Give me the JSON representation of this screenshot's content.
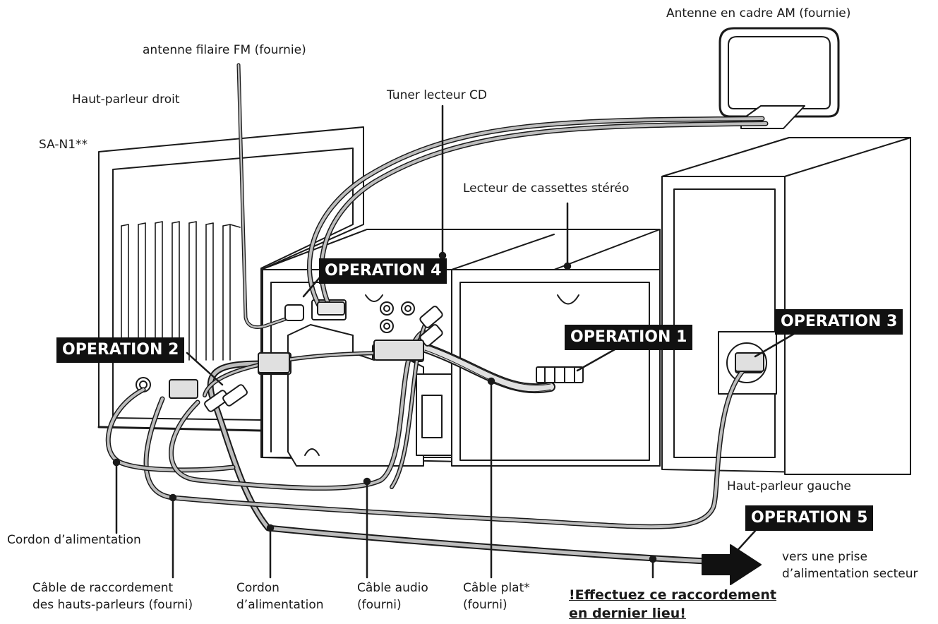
{
  "labels": {
    "am_antenna": "Antenne en cadre AM (fournie)",
    "fm_antenna": "antenne filaire FM (fournie)",
    "right_speaker": "Haut-parleur droit",
    "speaker_model": "SA-N1**",
    "tuner": "Tuner lecteur CD",
    "cassette": "Lecteur de cassettes stéréo",
    "left_speaker": "Haut-parleur gauche",
    "power_cord_left": "Cordon d’alimentation",
    "speaker_cable_line1": "Câble de raccordement",
    "speaker_cable_line2": "des hauts-parleurs (fourni)",
    "power_cord_line1": "Cordon",
    "power_cord_line2": "d’alimentation",
    "audio_cable_line1": "Câble audio",
    "audio_cable_line2": "(fourni)",
    "flat_cable_line1": "Câble plat*",
    "flat_cable_line2": "(fourni)",
    "outlet_line1": "vers une prise",
    "outlet_line2": "d’alimentation secteur"
  },
  "operations": {
    "op1": "OPERATION 1",
    "op2": "OPERATION 2",
    "op3": "OPERATION 3",
    "op4": "OPERATION 4",
    "op5": "OPERATION 5"
  },
  "warning": {
    "line1": "!Effectuez ce raccordement",
    "line2": "en dernier lieu!"
  }
}
